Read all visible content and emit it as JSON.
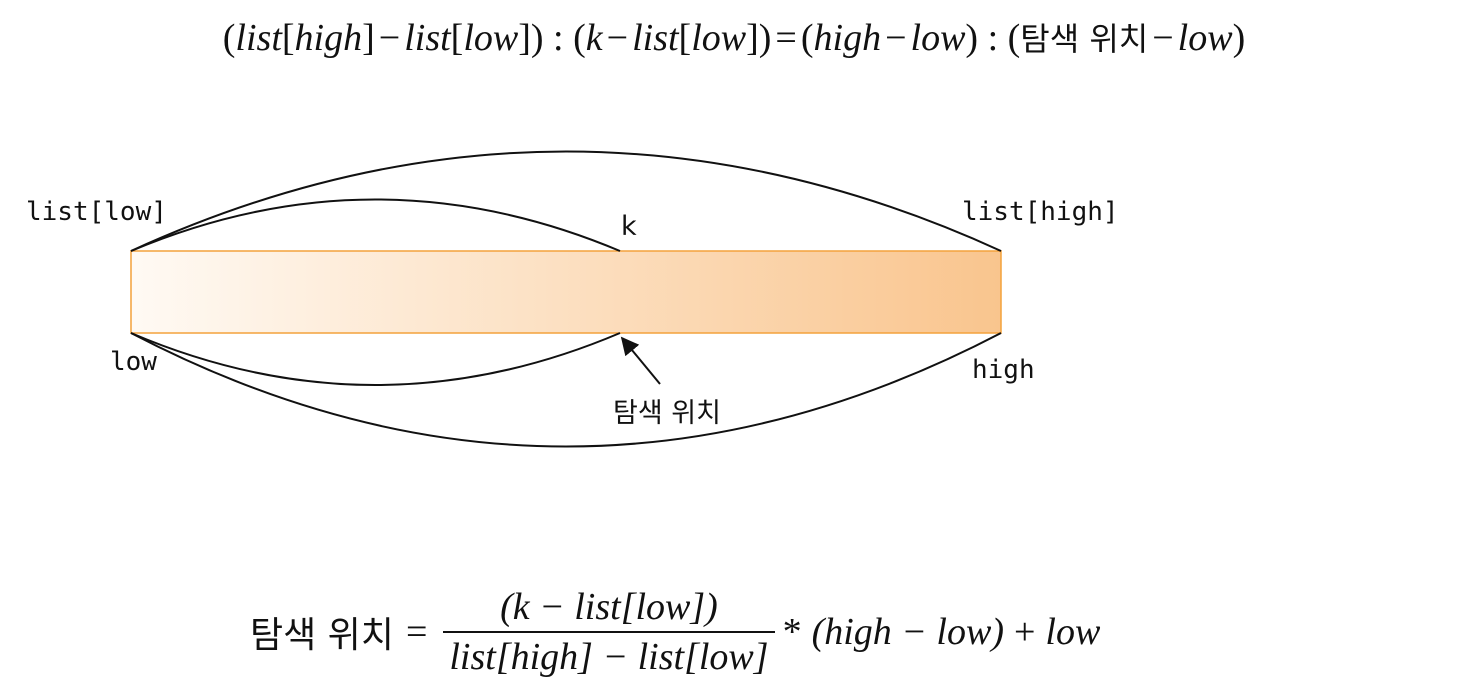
{
  "formula_top": {
    "p1_open": "(",
    "list_a": "list",
    "lb_a": "[",
    "high_a": "high",
    "rb_a": "]",
    "minus_a": "−",
    "list_b": "list",
    "lb_b": "[",
    "low_b": "low",
    "rb_b": "])",
    "ratio_a": " : ",
    "p2_open": "(",
    "k": "k",
    "minus_b": "−",
    "list_c": "list",
    "lb_c": "[",
    "low_c": "low",
    "rb_c": "])",
    "equals": "=",
    "p3_open": "(",
    "high_d": "high",
    "minus_c": "−",
    "low_d": "low",
    "p3_close": ")",
    "ratio_b": " : ",
    "p4_open": "(",
    "search_pos": "탐색 위치",
    "minus_d": "−",
    "low_e": "low",
    "p4_close": ")"
  },
  "diagram": {
    "labels": {
      "list_low": "list[low]",
      "k": "k",
      "list_high": "list[high]",
      "low": "low",
      "high": "high",
      "search_position": "탐색 위치"
    },
    "colors": {
      "bar_gradient_start": "#fffaf4",
      "bar_gradient_end": "#f9c58e",
      "bar_border": "#f4a23c",
      "curve_stroke": "#111111"
    }
  },
  "formula_bottom": {
    "lhs": "탐색 위치",
    "equals": "=",
    "numerator": "(k − list[low])",
    "denominator": "list[high] − list[low]",
    "times": "*",
    "factor": "(high − low)",
    "plus": "+",
    "low": "low"
  }
}
